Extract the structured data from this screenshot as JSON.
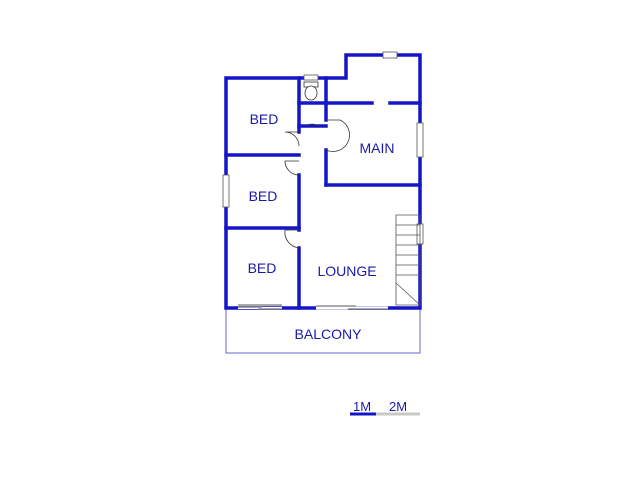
{
  "rooms": {
    "bed1": "BED",
    "bed2": "BED",
    "bed3": "BED",
    "main": "MAIN",
    "lounge": "LOUNGE",
    "balcony": "BALCONY"
  },
  "scale": {
    "label1": "1M",
    "label2": "2M",
    "color_primary": "#1515c8",
    "color_secondary": "#c8c8c8"
  },
  "colors": {
    "wall": "#1515c8",
    "label": "#1a1aa8"
  }
}
